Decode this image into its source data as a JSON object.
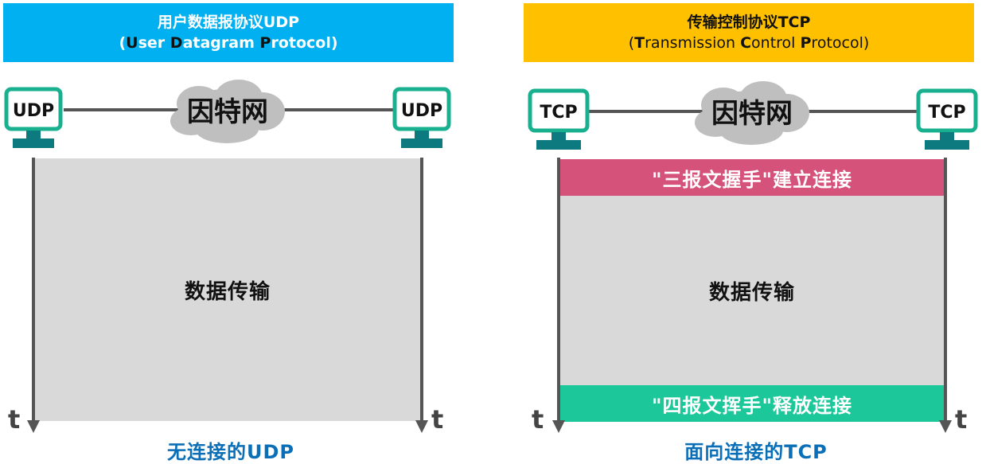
{
  "udp": {
    "title": "用户数据报协议UDP",
    "subtitle_parts": [
      "(",
      "U",
      "ser ",
      "D",
      "atagram ",
      "P",
      "rotocol)"
    ],
    "host_left": "UDP",
    "host_right": "UDP",
    "network": "因特网",
    "data_transfer": "数据传输",
    "caption": "无连接的UDP",
    "time_left": "t",
    "time_right": "t"
  },
  "tcp": {
    "title": "传输控制协议TCP",
    "subtitle_parts": [
      "(",
      "T",
      "ransmission ",
      "C",
      "ontrol ",
      "P",
      "rotocol)"
    ],
    "host_left": "TCP",
    "host_right": "TCP",
    "network": "因特网",
    "handshake": "\"三报文握手\"建立连接",
    "data_transfer": "数据传输",
    "wave": "\"四报文挥手\"释放连接",
    "caption": "面向连接的TCP",
    "time_left": "t",
    "time_right": "t"
  },
  "colors": {
    "udp_header": "#00b0f0",
    "tcp_header": "#ffc000",
    "handshake_band": "#d5527a",
    "wave_band": "#1cc79a",
    "monitor_frame": "#19b08f",
    "caption": "#0b6fb8"
  }
}
